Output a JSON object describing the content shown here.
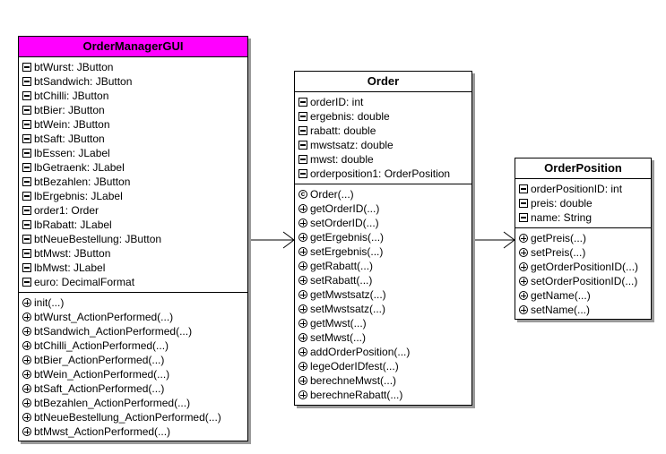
{
  "colors": {
    "gui_header": "#ff00ff",
    "line": "#000000",
    "shadow": "#9a9a9a"
  },
  "icons": {
    "attribute": "private-attribute-icon",
    "operation": "public-operation-icon",
    "constructor": "constructor-icon"
  },
  "constructor_icon_glyph": "c",
  "classes": [
    {
      "name": "OrderManagerGUI",
      "attributes": [
        "btWurst: JButton",
        "btSandwich: JButton",
        "btChilli: JButton",
        "btBier: JButton",
        "btWein: JButton",
        "btSaft: JButton",
        "lbEssen: JLabel",
        "lbGetraenk: JLabel",
        "btBezahlen: JButton",
        "lbErgebnis: JLabel",
        "order1: Order",
        "lbRabatt: JLabel",
        "btNeueBestellung: JButton",
        "btMwst: JButton",
        "lbMwst: JLabel",
        "euro: DecimalFormat"
      ],
      "constructors": [],
      "operations": [
        "init(...)",
        "btWurst_ActionPerformed(...)",
        "btSandwich_ActionPerformed(...)",
        "btChilli_ActionPerformed(...)",
        "btBier_ActionPerformed(...)",
        "btWein_ActionPerformed(...)",
        "btSaft_ActionPerformed(...)",
        "btBezahlen_ActionPerformed(...)",
        "btNeueBestellung_ActionPerformed(...)",
        "btMwst_ActionPerformed(...)"
      ]
    },
    {
      "name": "Order",
      "attributes": [
        "orderID: int",
        "ergebnis: double",
        "rabatt: double",
        "mwstsatz: double",
        "mwst: double",
        "orderposition1: OrderPosition"
      ],
      "constructors": [
        "Order(...)"
      ],
      "operations": [
        "getOrderID(...)",
        "setOrderID(...)",
        "getErgebnis(...)",
        "setErgebnis(...)",
        "getRabatt(...)",
        "setRabatt(...)",
        "getMwstsatz(...)",
        "setMwstsatz(...)",
        "getMwst(...)",
        "setMwst(...)",
        "addOrderPosition(...)",
        "legeOderIDfest(...)",
        "berechneMwst(...)",
        "berechneRabatt(...)"
      ]
    },
    {
      "name": "OrderPosition",
      "attributes": [
        "orderPositionID: int",
        "preis: double",
        "name: String"
      ],
      "constructors": [],
      "operations": [
        "getPreis(...)",
        "setPreis(...)",
        "getOrderPositionID(...)",
        "setOrderPositionID(...)",
        "getName(...)",
        "setName(...)"
      ]
    }
  ],
  "associations": [
    {
      "from": "OrderManagerGUI",
      "to": "Order",
      "kind": "navigable-association"
    },
    {
      "from": "Order",
      "to": "OrderPosition",
      "kind": "navigable-association"
    }
  ]
}
